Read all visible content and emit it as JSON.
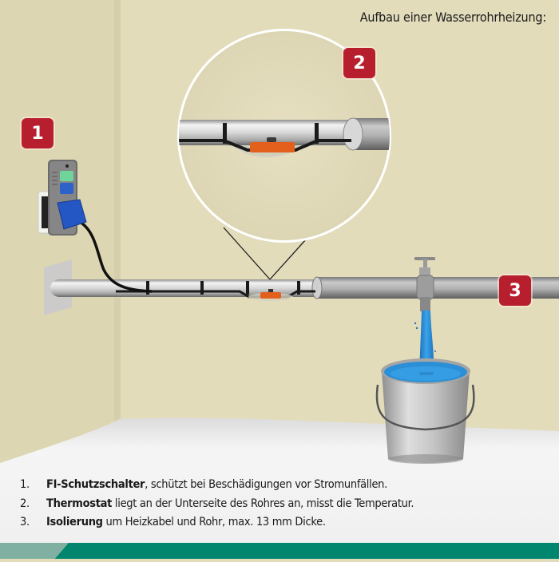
{
  "title": "Aufbau einer Wasserrohrheizung:",
  "badges": [
    {
      "number": "1"
    },
    {
      "number": "2"
    },
    {
      "number": "3"
    }
  ],
  "legend": [
    {
      "num": "1.",
      "bold": "FI-Schutzschalter",
      "text": ", schützt bei Beschädigungen vor Stromunfällen."
    },
    {
      "num": "2.",
      "bold": "Thermostat",
      "text": " liegt an der Unterseite des Rohres an, misst die Temperatur."
    },
    {
      "num": "3.",
      "bold": "Isolierung",
      "text": " um Heizkabel und Rohr, max. 13 mm Dicke."
    }
  ],
  "colors": {
    "wall": "#e2dcbb",
    "wall_left": "#ddd6b3",
    "floor": "#f2f2f2",
    "badge": "#b81f2e",
    "thermostat": "#e2601c",
    "water": "#2a8fd6",
    "footer": "#00866f",
    "footer_accent": "#7fb0a2",
    "device_green": "#6fd39a",
    "device_blue": "#2f62c8"
  },
  "components": {
    "fi_switch": "fi-protection-switch",
    "thermostat": "thermostat",
    "insulation": "pipe-insulation",
    "heating_cable": "heating-cable",
    "faucet": "water-tap",
    "bucket": "water-bucket"
  }
}
